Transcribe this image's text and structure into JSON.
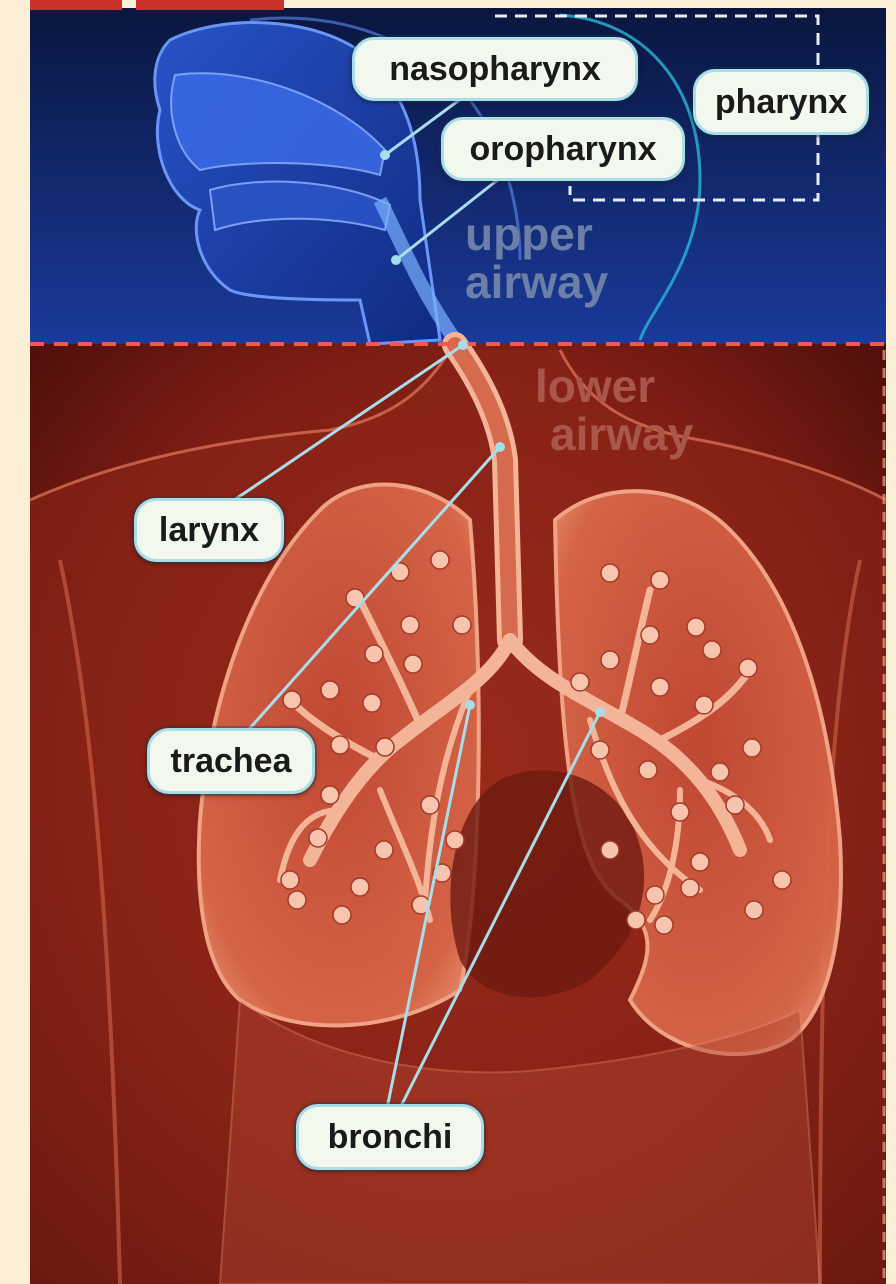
{
  "labels": {
    "nasopharynx": "nasopharynx",
    "oropharynx": "oropharynx",
    "pharynx": "pharynx",
    "larynx": "larynx",
    "trachea": "trachea",
    "bronchi": "bronchi"
  },
  "regions": {
    "upper_line1": "upper",
    "upper_line2": "airway",
    "lower_line1": "lower",
    "lower_line2": "airway"
  },
  "colors": {
    "page_background": "#fbefd8",
    "upper_airway_panel": "#0d1e5c",
    "lower_airway_panel": "#7a1a12",
    "anatomy_blue": "#3f6fe0",
    "anatomy_red": "#e0734f",
    "leader_line": "#a8ddea",
    "callout_fill": "#f3f8ee",
    "divider_dashed": "#f05a4a",
    "region_text_upper": "#6b7fa8",
    "region_text_lower": "#a8574a"
  }
}
